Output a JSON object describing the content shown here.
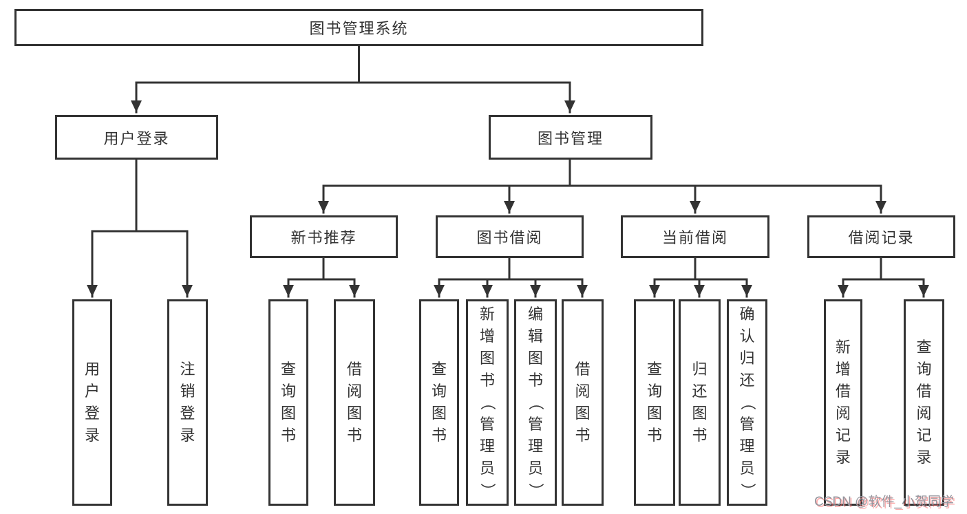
{
  "root": {
    "label": "图书管理系统"
  },
  "level2": {
    "user_login": "用户登录",
    "book_management": "图书管理"
  },
  "level3": {
    "new_book": "新书推荐",
    "book_borrow": "图书借阅",
    "current_borrow": "当前借阅",
    "borrow_record": "借阅记录"
  },
  "leaves": {
    "user_login": "用户登录",
    "logout": "注销登录",
    "nb_query_books": "查询图书",
    "nb_borrow_books": "借阅图书",
    "bb_query_books": "查询图书",
    "bb_add_books": "新增图书（管理员）",
    "bb_edit_books": "编辑图书（管理员）",
    "bb_borrow_books": "借阅图书",
    "cb_query_books": "查询图书",
    "cb_return_books": "归还图书",
    "cb_confirm_return": "确认归还（管理员）",
    "br_add_record": "新增借阅记录",
    "br_query_record": "查询借阅记录"
  },
  "watermark": "CSDN @软件_小贺同学",
  "colors": {
    "line": "#333333",
    "box_border": "#333333",
    "text": "#333333",
    "background": "#ffffff",
    "watermark_gray": "#95959d",
    "watermark_red": "#ff6a6a"
  }
}
